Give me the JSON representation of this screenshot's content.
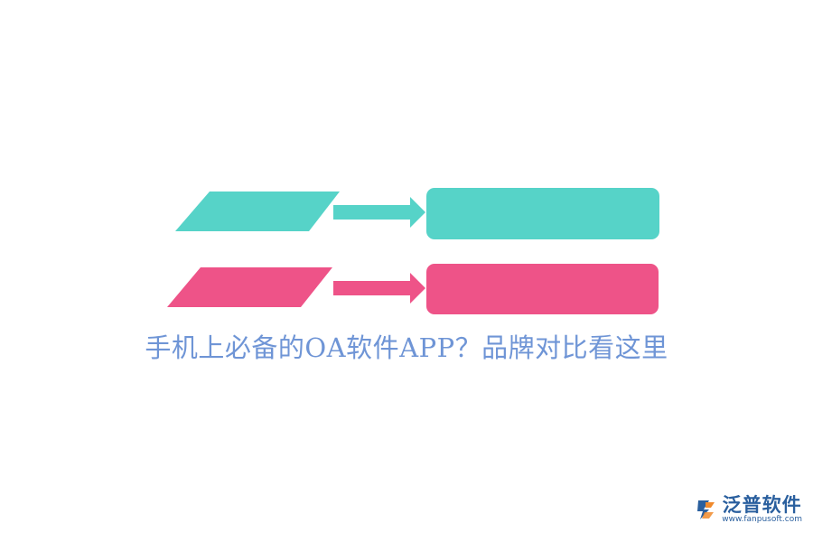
{
  "headline": "手机上必备的OA软件APP？品牌对比看这里",
  "logo": {
    "name": "泛普软件",
    "url": "www.fanpusoft.com",
    "icon": "fanpu-logo-icon"
  },
  "colors": {
    "teal": "#56d3c8",
    "pink": "#ee5388",
    "headline": "#6f95d6",
    "logo_blue": "#2a5f9e",
    "logo_orange": "#f08a2c"
  },
  "rows": [
    {
      "name": "row-teal",
      "color": "#56d3c8"
    },
    {
      "name": "row-pink",
      "color": "#ee5388"
    }
  ]
}
